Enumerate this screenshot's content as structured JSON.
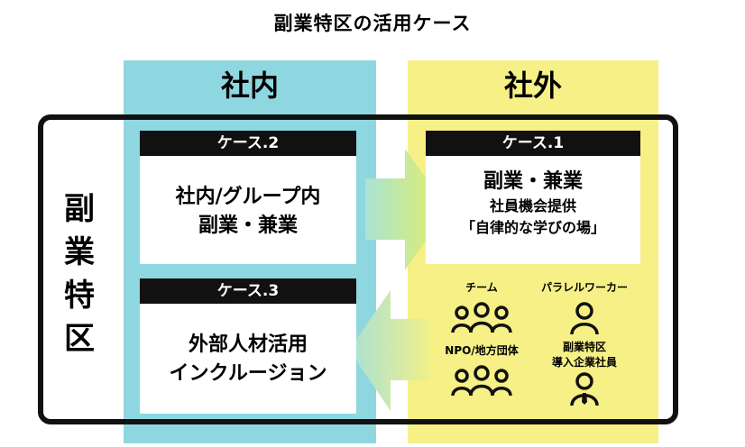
{
  "title": "副業特区の活用ケース",
  "columns": {
    "inner": "社内",
    "outer": "社外"
  },
  "side_label": [
    "副",
    "業",
    "特",
    "区"
  ],
  "cards": {
    "case2": {
      "header": "ケース.2",
      "line1": "社内/グループ内",
      "line2": "副業・兼業"
    },
    "case3": {
      "header": "ケース.3",
      "line1": "外部人材活用",
      "line2": "インクルージョン"
    },
    "case1": {
      "header": "ケース.1",
      "line1": "副業・兼業",
      "line2": "社員機会提供",
      "line3": "「自律的な学びの場」"
    }
  },
  "participants": [
    {
      "label": "チーム",
      "icon": "team-icon"
    },
    {
      "label": "パラレルワーカー",
      "icon": "person-icon"
    },
    {
      "label": "NPO/地方団体",
      "icon": "group-icon"
    },
    {
      "label": "副業特区",
      "label2": "導入企業社員",
      "icon": "employee-icon"
    }
  ],
  "colors": {
    "inner_bg": "#8fd7e0",
    "outer_bg": "#f6f086",
    "frame": "#111111",
    "arrow_right_start": "#a9e3d4",
    "arrow_right_end": "#e7ef60",
    "arrow_left_start": "#f0f08a",
    "arrow_left_end": "#a8e0d6"
  }
}
